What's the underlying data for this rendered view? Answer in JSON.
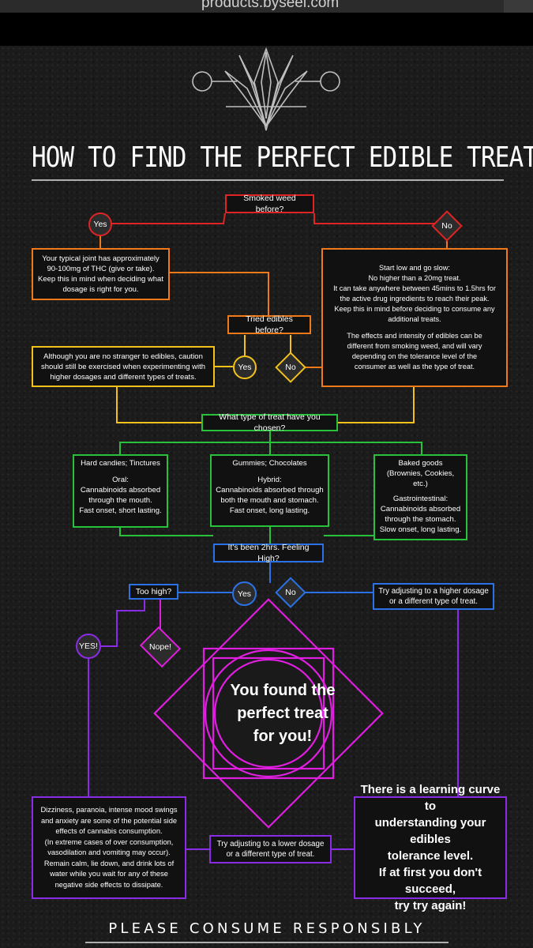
{
  "browser": {
    "url": "products.byseei.com"
  },
  "infographic": {
    "title": "HOW TO FIND THE PERFECT EDIBLE TREAT",
    "footer": "PLEASE CONSUME RESPONSIBLY",
    "colors": {
      "background": "#1b1b1b",
      "red": "#e02424",
      "orange": "#f07a1a",
      "yellow": "#f2c21b",
      "green": "#27c23a",
      "blue": "#2a72e6",
      "magenta": "#e01ee0",
      "purple": "#8a2ce6"
    },
    "nodes": {
      "smoked_q": "Smoked weed before?",
      "yes1": "Yes",
      "no1": "No",
      "joint_note": "Your typical joint has approximately\n90-100mg of THC (give or take).\nKeep this in mind when deciding what\ndosage is right for you.",
      "start_low": "Start low and go slow:\nNo higher than a 20mg treat.\nIt can take anywhere between 45mins to 1.5hrs for\nthe active drug ingredients to reach their peak.\nKeep this in mind before deciding to consume any\nadditional treats.",
      "start_low_2": "The effects and intensity of edibles can be\ndifferent from smoking weed, and will vary\ndepending on the tolerance level of the\nconsumer as well as the type of treat.",
      "tried_q": "Tried edibles before?",
      "yes2": "Yes",
      "no2": "No",
      "caution": "Although you are no stranger to edibles, caution\nshould still be exercised when experimenting with\nhigher dosages and different types of treats.",
      "type_q": "What type of treat have you chosen?",
      "oral_title": "Hard candies; Tinctures",
      "oral_body": "Oral:\nCannabinoids absorbed\nthrough the mouth.\nFast onset, short lasting.",
      "hybrid_title": "Gummies; Chocolates",
      "hybrid_body": "Hybrid:\nCannabinoids absorbed through\nboth the mouth and stomach.\nFast onset, long lasting.",
      "gi_title": "Baked goods\n(Brownies, Cookies, etc.)",
      "gi_body": "Gastrointestinal:\nCannabinoids absorbed\nthrough the stomach.\nSlow onset, long lasting.",
      "high_q": "It's been 2hrs. Feeling High?",
      "yes3": "Yes",
      "no3": "No",
      "too_high_q": "Too high?",
      "adjust_higher": "Try adjusting to a higher dosage\nor a different type of treat.",
      "yes_caps": "YES!",
      "nope": "Nope!",
      "found": "You found the\nperfect treat\nfor you!",
      "side_effects": "Dizziness, paranoia, intense mood swings\nand anxiety are some of the potential side\neffects of cannabis consumption.\n(In extreme cases of over consumption,\nvasodilation and vomiting may occur).\nRemain calm, lie down, and drink lots of\nwater while you wait for any of these\nnegative side effects to dissipate.",
      "adjust_lower": "Try adjusting to a lower dosage\nor a different type of treat.",
      "learning": "There is a learning curve to\nunderstanding your edibles\ntolerance level.\nIf at first you don't succeed,\ntry try again!"
    }
  }
}
